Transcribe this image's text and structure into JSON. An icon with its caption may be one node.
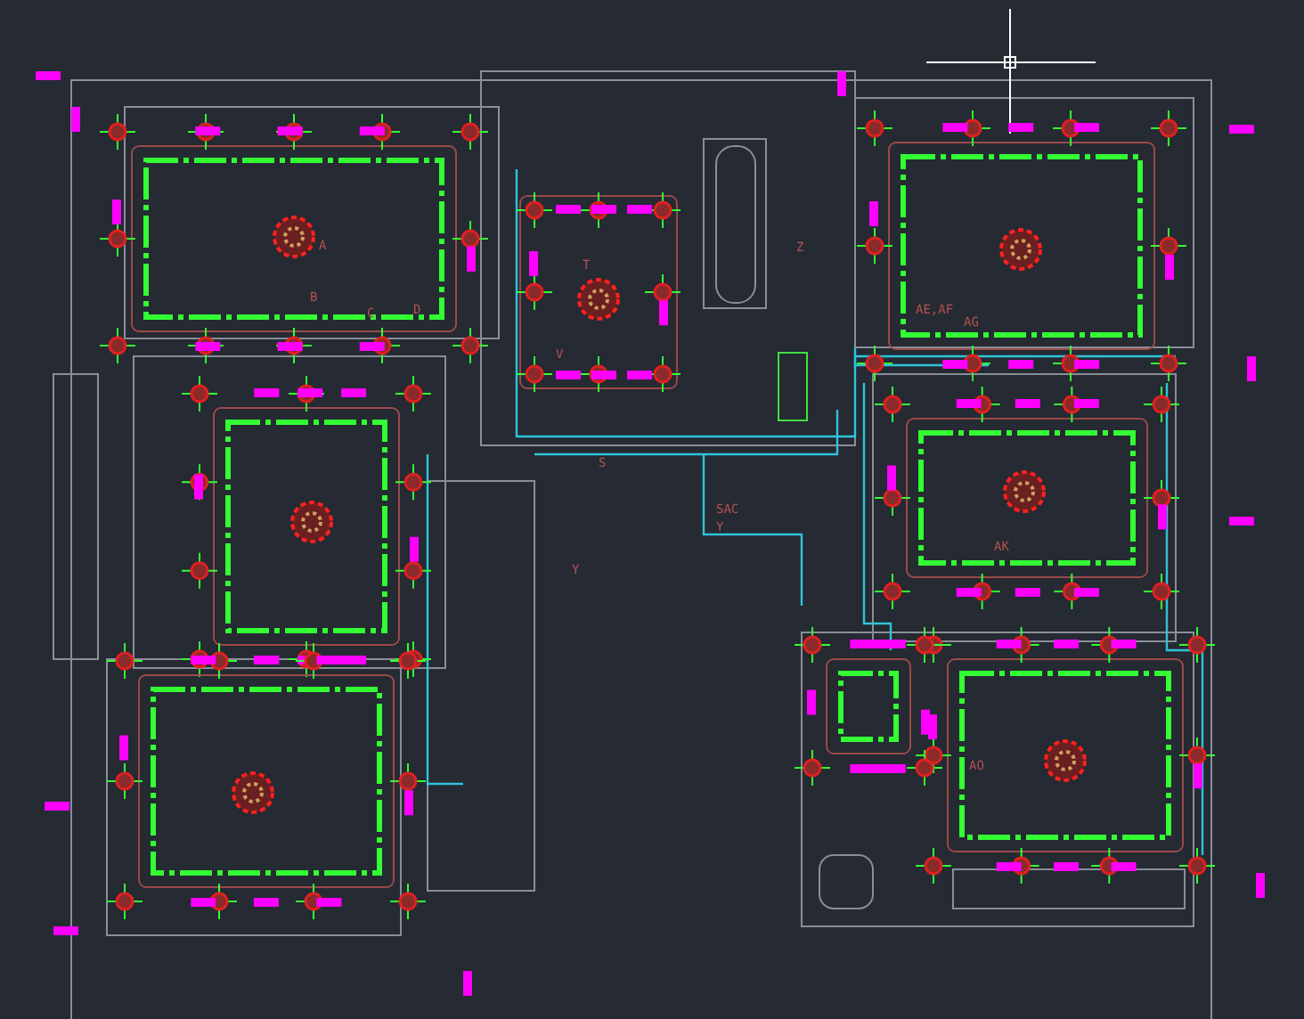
{
  "diagram": {
    "labels": [
      "A",
      "B",
      "C",
      "D",
      "T",
      "V",
      "Z",
      "AE,AF",
      "AG",
      "S",
      "SAC",
      "Y",
      "Y",
      "AK",
      "AO"
    ]
  }
}
